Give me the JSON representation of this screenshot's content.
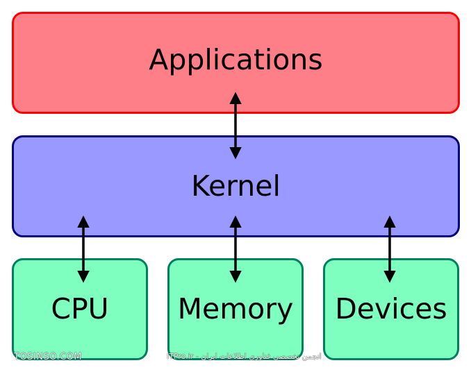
{
  "diagram": {
    "applications": {
      "label": "Applications",
      "fill": "#ff7f89",
      "border": "#ff0000"
    },
    "kernel": {
      "label": "Kernel",
      "fill": "#9999ff",
      "border": "#000080"
    },
    "cpu": {
      "label": "CPU",
      "fill": "#7fffbf",
      "border": "#008060"
    },
    "memory": {
      "label": "Memory",
      "fill": "#7fffbf",
      "border": "#008060"
    },
    "devices": {
      "label": "Devices",
      "fill": "#7fffbf",
      "border": "#008060"
    },
    "arrow_color": "#000000"
  },
  "watermark": {
    "left": "TOSINSO.COM",
    "center": "ITPro.ir - انجمن تخصصی فناوری اطلاعات ایران"
  }
}
